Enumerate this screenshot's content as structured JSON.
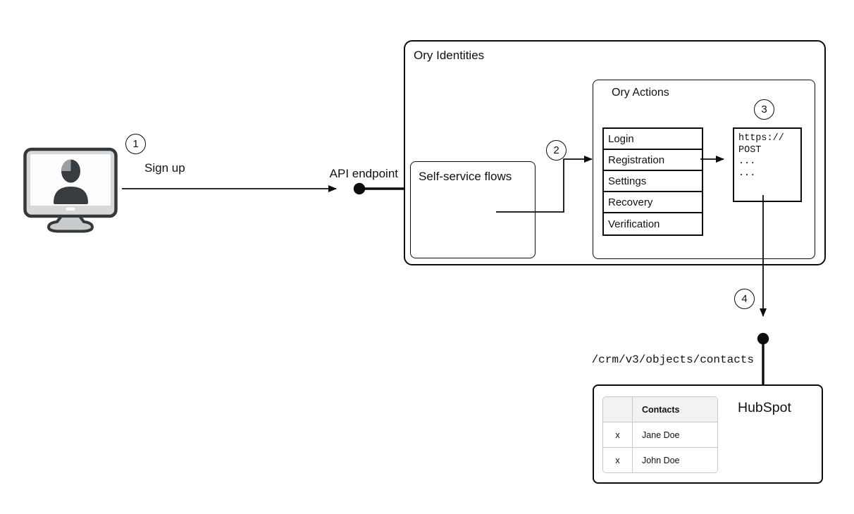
{
  "steps": {
    "s1": "1",
    "s2": "2",
    "s3": "3",
    "s4": "4"
  },
  "labels": {
    "sign_up": "Sign up",
    "api_endpoint": "API endpoint",
    "crm_path": "/crm/v3/objects/contacts"
  },
  "ory_identities": {
    "title": "Ory Identities",
    "self_service_flows": {
      "title": "Self-service flows"
    },
    "ory_actions": {
      "title": "Ory Actions",
      "flows": [
        "Login",
        "Registration",
        "Settings",
        "Recovery",
        "Verification"
      ],
      "webhook_request": {
        "lines": [
          "https://",
          "POST",
          "...",
          "..."
        ]
      }
    }
  },
  "hubspot": {
    "title": "HubSpot",
    "contacts_table": {
      "header": "Contacts",
      "rows": [
        {
          "action": "x",
          "name": "Jane Doe"
        },
        {
          "action": "x",
          "name": "John Doe"
        }
      ]
    }
  },
  "icons": {
    "user_terminal": "user-desktop-icon"
  },
  "colors": {
    "stroke": "#0d0d0d",
    "table_header_bg": "#f2f2f2",
    "table_border": "#c9c9c9",
    "monitor_frame": "#d7d8da",
    "silhouette": "#383c40"
  }
}
